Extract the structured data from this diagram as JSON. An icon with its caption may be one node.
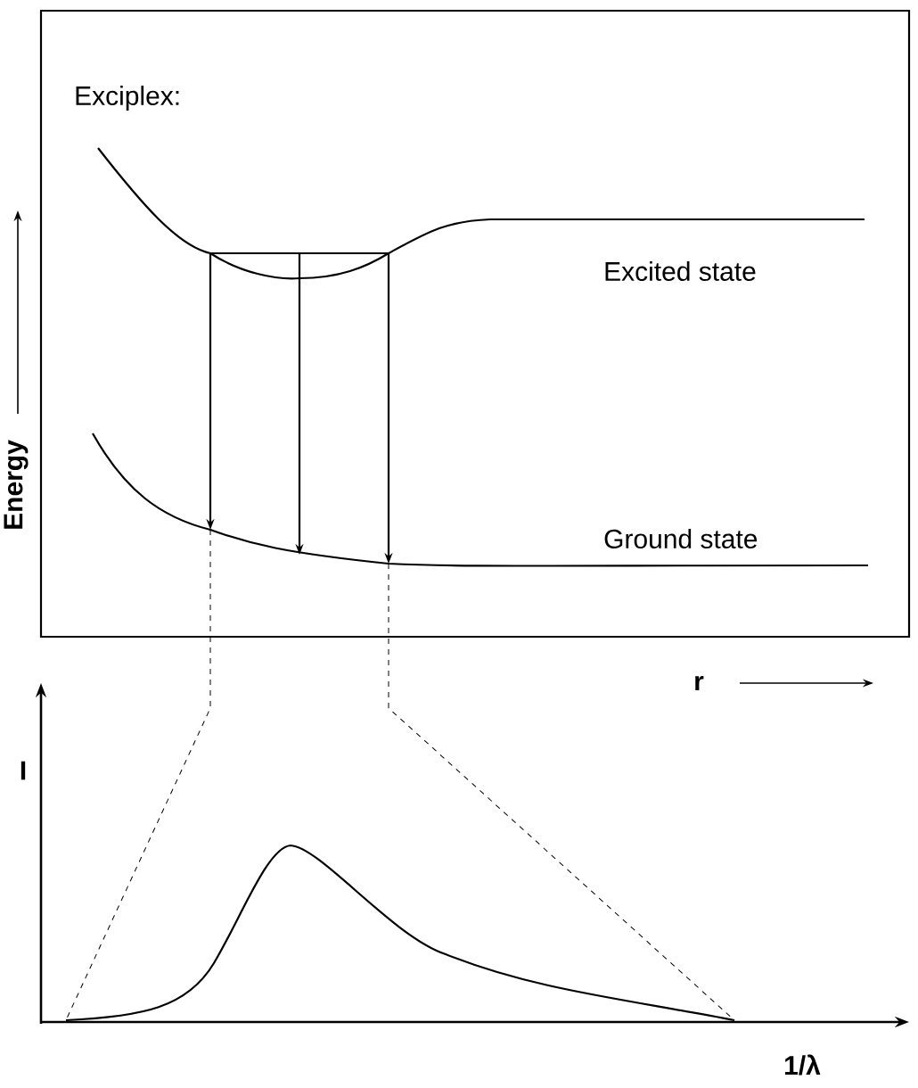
{
  "diagram": {
    "labels": [
      "Exciplex:",
      "Excited state",
      "Ground state",
      "Energy",
      "r",
      "I",
      "1/λ"
    ]
  }
}
